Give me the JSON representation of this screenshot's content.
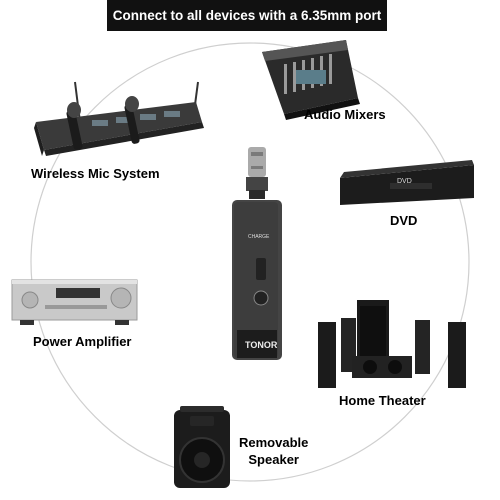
{
  "banner": {
    "text": "Connect to all devices with a 6.35mm port"
  },
  "devices": {
    "wireless_mic": "Wireless Mic System",
    "audio_mixers": "Audio Mixers",
    "dvd": "DVD",
    "power_amplifier": "Power Amplifier",
    "home_theater": "Home Theater",
    "removable_speaker_line1": "Removable",
    "removable_speaker_line2": "Speaker"
  },
  "transmitter": {
    "charge_label": "CHARGE",
    "brand": "TONOR",
    "dvd_logo": "DVD"
  }
}
